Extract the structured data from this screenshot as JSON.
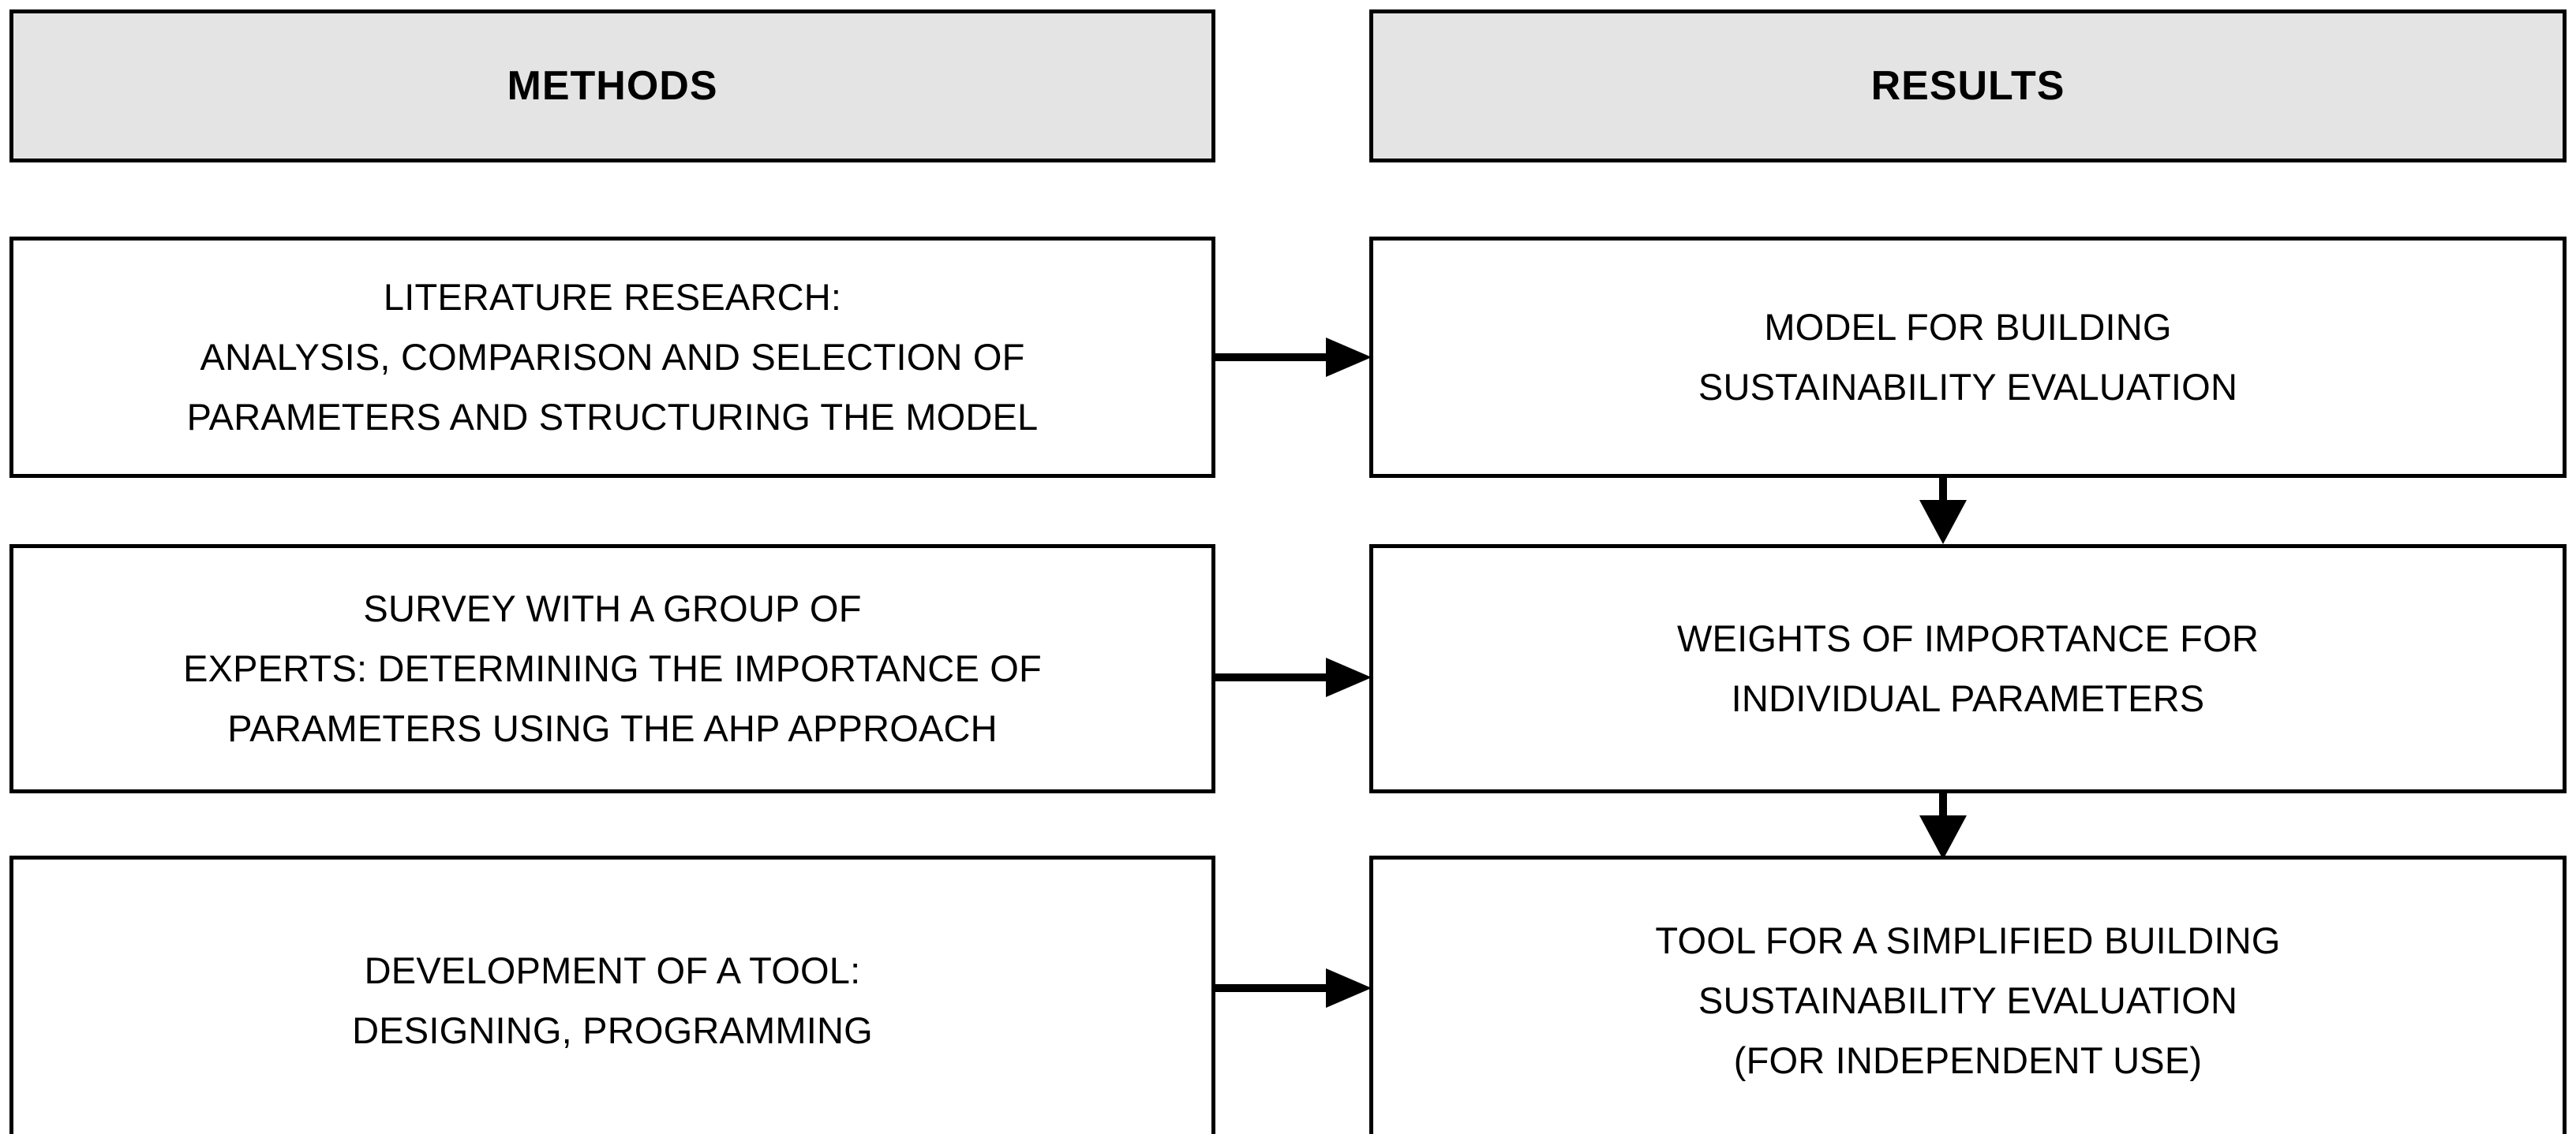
{
  "diagram": {
    "title": "Methods and Results research flowchart",
    "columns": [
      {
        "key": "methods",
        "header": "METHODS"
      },
      {
        "key": "results",
        "header": "RESULTS"
      }
    ],
    "colors": {
      "header_fill": "#e4e4e4",
      "box_fill": "#ffffff",
      "border": "#000000",
      "text": "#000000",
      "arrow": "#000000"
    },
    "methods_boxes": [
      {
        "id": "literature-research",
        "text": "LITERATURE RESEARCH:\nANALYSIS, COMPARISON AND SELECTION OF\nPARAMETERS AND STRUCTURING THE MODEL"
      },
      {
        "id": "expert-survey",
        "text": "SURVEY WITH A GROUP OF\nEXPERTS: DETERMINING THE IMPORTANCE OF\nPARAMETERS USING THE AHP APPROACH"
      },
      {
        "id": "tool-development",
        "text": "DEVELOPMENT OF A TOOL:\nDESIGNING, PROGRAMMING"
      }
    ],
    "results_boxes": [
      {
        "id": "evaluation-model",
        "text": "MODEL FOR BUILDING\nSUSTAINABILITY EVALUATION"
      },
      {
        "id": "parameter-weights",
        "text": "WEIGHTS OF IMPORTANCE FOR\nINDIVIDUAL PARAMETERS"
      },
      {
        "id": "simplified-tool",
        "text": "TOOL FOR A SIMPLIFIED BUILDING\nSUSTAINABILITY EVALUATION\n(FOR INDEPENDENT USE)"
      }
    ],
    "connectors": [
      {
        "id": "methods-1-to-results-1",
        "direction": "right",
        "from": "literature-research",
        "to": "evaluation-model"
      },
      {
        "id": "methods-2-to-results-2",
        "direction": "right",
        "from": "expert-survey",
        "to": "parameter-weights"
      },
      {
        "id": "methods-3-to-results-3",
        "direction": "right",
        "from": "tool-development",
        "to": "simplified-tool"
      },
      {
        "id": "results-1-to-results-2",
        "direction": "down",
        "from": "evaluation-model",
        "to": "parameter-weights"
      },
      {
        "id": "results-2-to-results-3",
        "direction": "down",
        "from": "parameter-weights",
        "to": "simplified-tool"
      }
    ]
  }
}
